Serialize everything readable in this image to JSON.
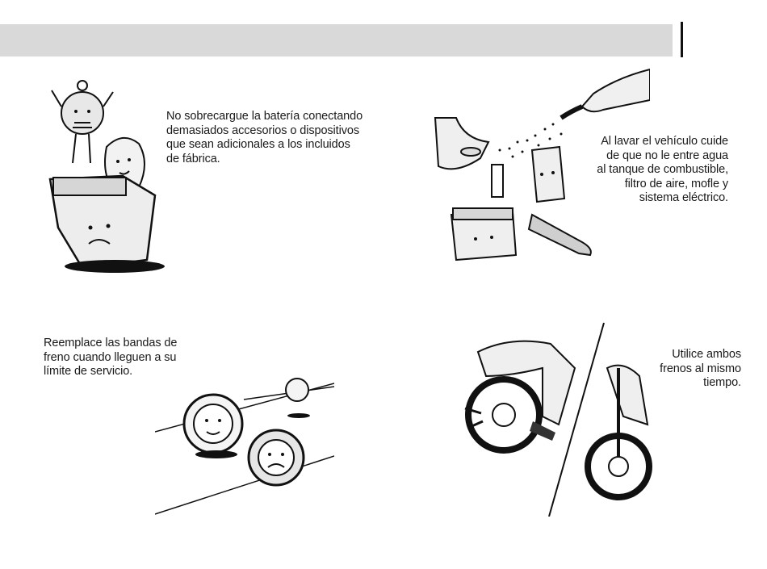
{
  "header": {
    "title": ""
  },
  "sections": {
    "battery": {
      "caption": "No sobrecargue la batería conectando\ndemasiados accesorios o dispositivos\nque sean adicionales a los incluidos\nde fábrica.",
      "image_icon": "sad-battery-illustration"
    },
    "washing": {
      "caption": "Al lavar el vehículo cuide\nde que no le entre agua\nal tanque de combustible,\nfiltro de aire, mofle y\nsistema eléctrico.",
      "image_icon": "hose-washing-illustration"
    },
    "brake_pads": {
      "caption": "Reemplace las bandas de\nfreno cuando lleguen a su\nlímite de servicio.",
      "image_icon": "brake-drums-illustration"
    },
    "both_brakes": {
      "caption": "Utilice ambos\nfrenos al mismo\ntiempo.",
      "image_icon": "motorcycle-braking-illustration"
    }
  }
}
